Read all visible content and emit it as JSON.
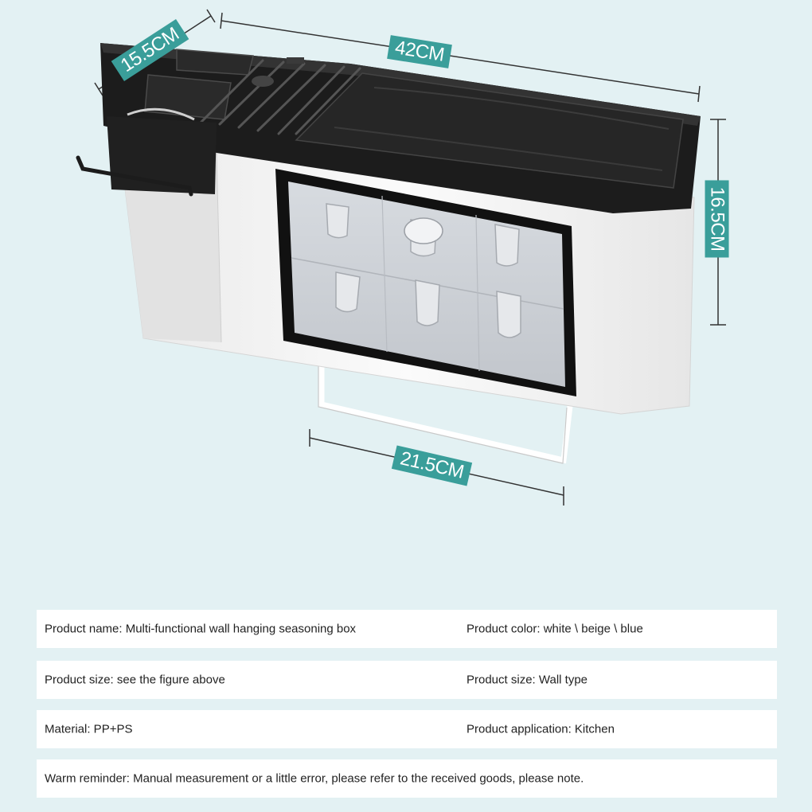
{
  "dimensions": {
    "depth": "15.5CM",
    "length": "42CM",
    "height": "16.5CM",
    "rack_width": "21.5CM"
  },
  "specs": {
    "row1": {
      "left": "Product name: Multi-functional wall hanging seasoning box",
      "right": "Product color: white \\ beige \\ blue"
    },
    "row2": {
      "left": "Product size: see the figure above",
      "right": "Product size: Wall type"
    },
    "row3": {
      "left": "Material: PP+PS",
      "right": "Product application: Kitchen"
    },
    "row4": {
      "left": "Warm reminder: Manual measurement or a little error, please refer to the received goods, please note."
    }
  },
  "colors": {
    "background": "#e3f1f3",
    "label_teal": "#3a9e9a",
    "product_black": "#1c1c1c",
    "product_white": "#f4f4f4"
  }
}
